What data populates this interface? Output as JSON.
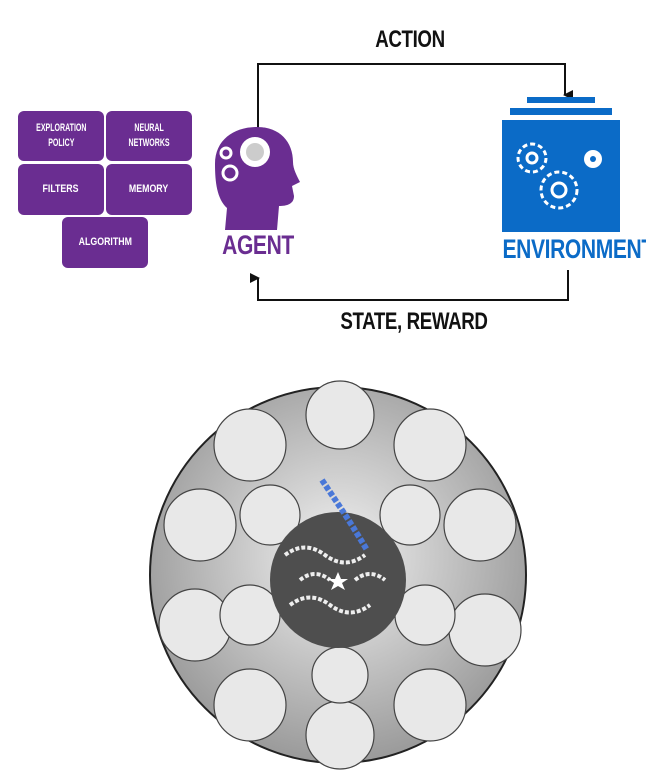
{
  "diagram": {
    "action_label": "ACTION",
    "state_reward_label": "STATE, REWARD",
    "agent_label": "AGENT",
    "environment_label": "ENVIRONMENT",
    "agent_components": [
      {
        "line1": "EXPLORATION",
        "line2": "POLICY"
      },
      {
        "line1": "NEURAL",
        "line2": "NETWORKS"
      },
      {
        "line1": "FILTERS",
        "line2": ""
      },
      {
        "line1": "MEMORY",
        "line2": ""
      },
      {
        "line1": "ALGORITHM",
        "line2": ""
      }
    ],
    "colors": {
      "agent": "#6a2d91",
      "environment": "#0b6bc7",
      "arrow": "#111111"
    }
  }
}
